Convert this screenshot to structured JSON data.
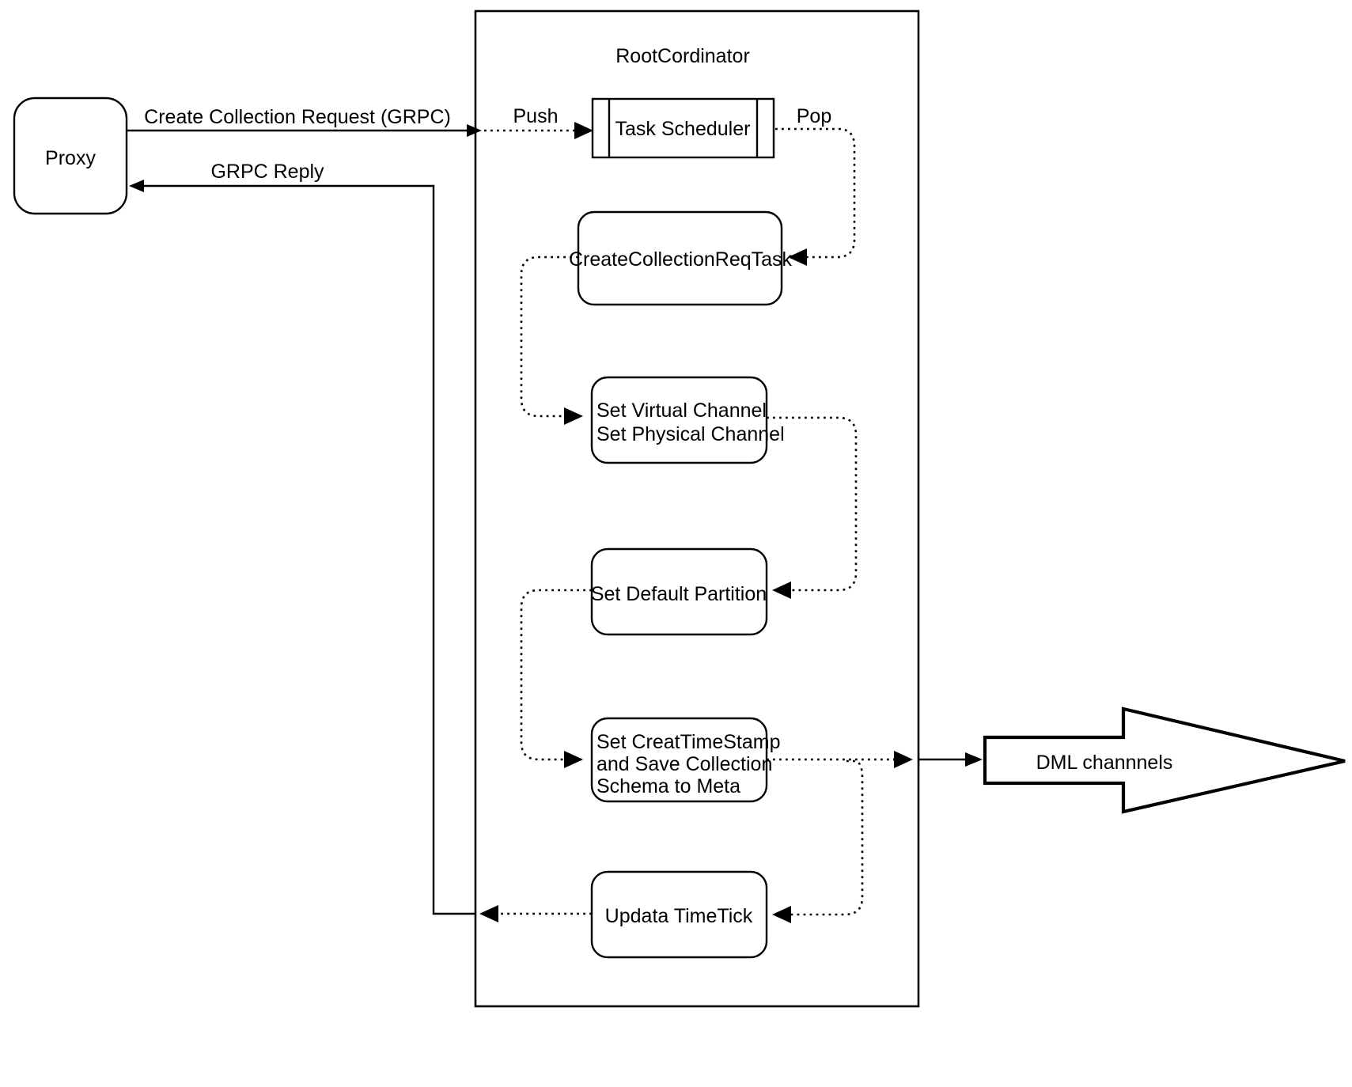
{
  "diagram": {
    "title": "Create Collection request flow through RootCordinator",
    "background": "#ffffff",
    "line_color": "#000000"
  },
  "nodes": {
    "proxy": {
      "label": "Proxy",
      "shape": "rounded-rect"
    },
    "container": {
      "label": "RootCordinator",
      "shape": "rect"
    },
    "task_scheduler": {
      "label": "Task Scheduler",
      "shape": "process"
    },
    "create_collection_req_task": {
      "label": "CreateCollectionReqTask",
      "shape": "rounded-rect"
    },
    "set_channels": {
      "line1": "Set Virtual Channel",
      "line2": "Set Physical Channel",
      "shape": "rounded-rect"
    },
    "set_default_partition": {
      "label": "Set Default Partition",
      "shape": "rounded-rect"
    },
    "set_timestamp": {
      "line1": "Set CreatTimeStamp",
      "line2": "and Save Collection",
      "line3": "Schema to Meta",
      "shape": "rounded-rect"
    },
    "update_timetick": {
      "label": "Updata TimeTick",
      "shape": "rounded-rect"
    },
    "dml_channels": {
      "label": "DML channnels",
      "shape": "block-arrow-right"
    }
  },
  "edges": {
    "create_collection_request": {
      "label": "Create Collection Request (GRPC)",
      "style": "solid"
    },
    "grpc_reply": {
      "label": "GRPC Reply",
      "style": "solid"
    },
    "push": {
      "label": "Push",
      "style": "dotted"
    },
    "pop": {
      "label": "Pop",
      "style": "dotted"
    }
  }
}
